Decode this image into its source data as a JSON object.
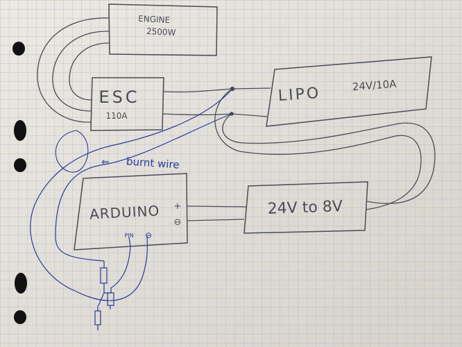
{
  "components": {
    "engine": {
      "name": "ENGINE",
      "rating": "2500W"
    },
    "esc": {
      "name": "ESC",
      "rating": "110A"
    },
    "lipo": {
      "name": "LIPO",
      "rating": "24V/10A"
    },
    "arduino": {
      "name": "ARDUINO",
      "plus": "+",
      "minus": "⊖",
      "pin_label": "PIN",
      "pin_minus": "⊖"
    },
    "converter": {
      "name": "24V to 8V"
    }
  },
  "annotation": {
    "text": "burnt wire",
    "arrow": "⇐"
  },
  "colors": {
    "paper": "#e3e0da",
    "grid": "#a9b8cc",
    "pencil": "#4b4b55",
    "ink": "#2a3a9a",
    "hole": "#111111"
  }
}
